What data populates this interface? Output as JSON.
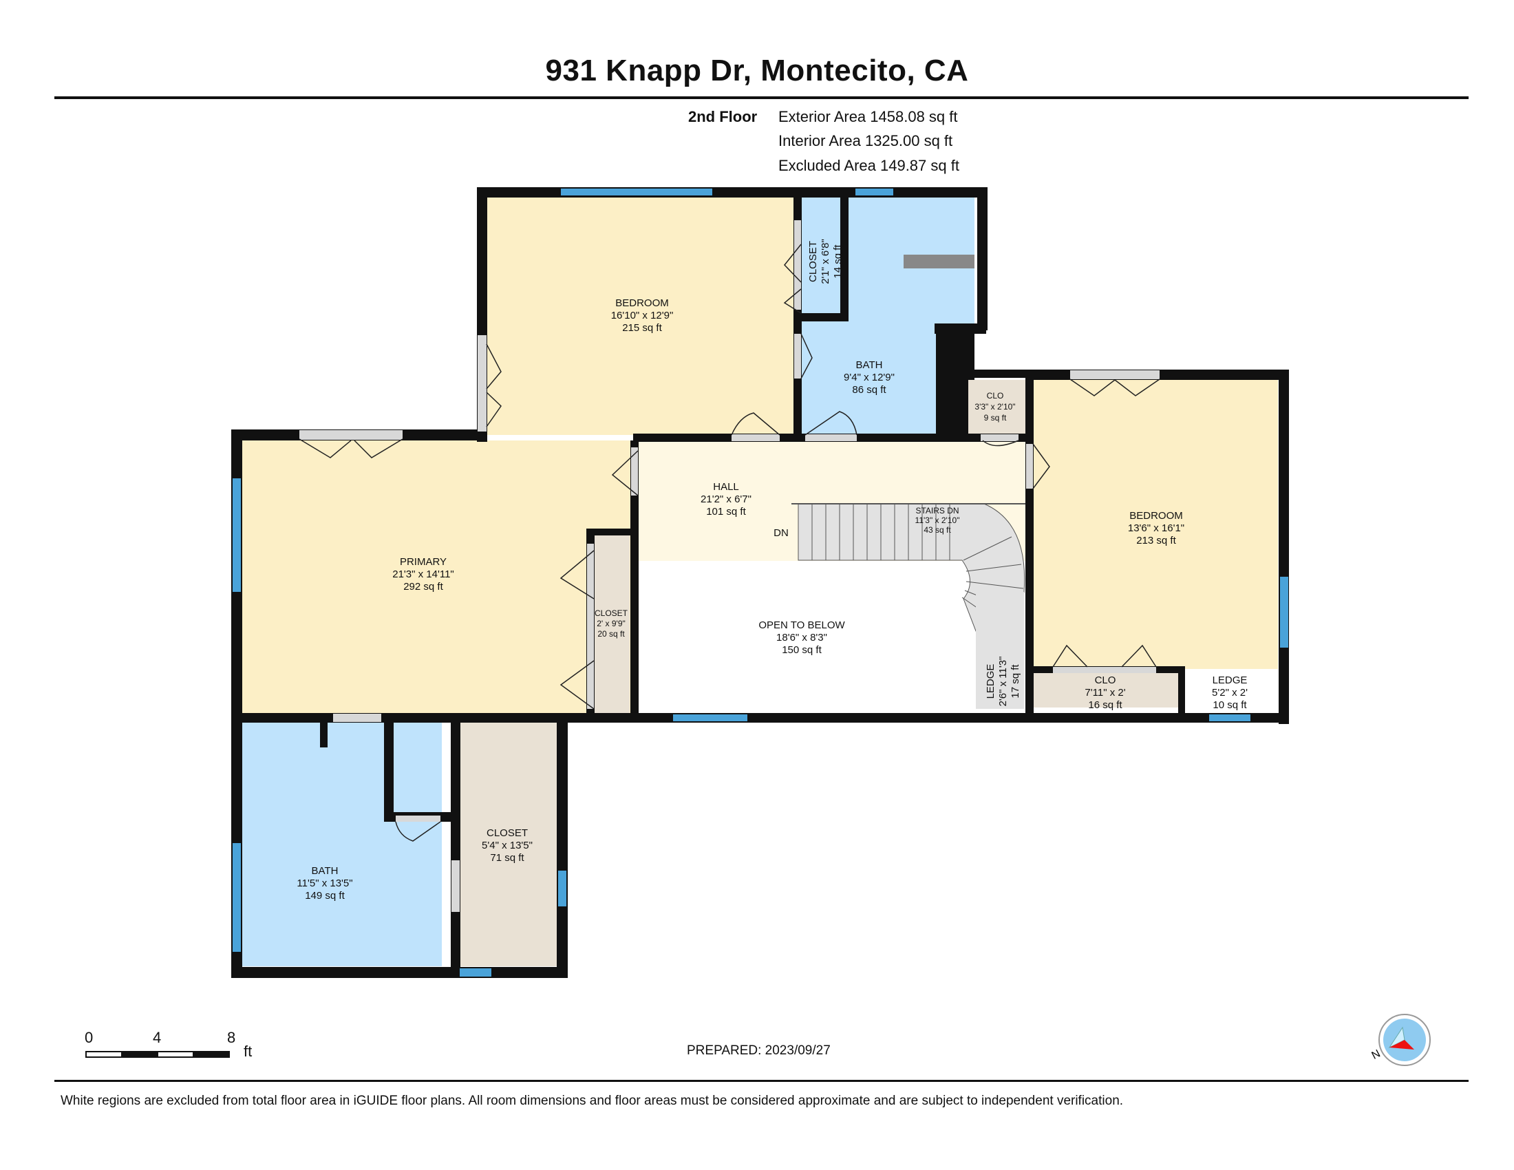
{
  "header": {
    "title": "931 Knapp Dr, Montecito, CA",
    "floor_label": "2nd Floor",
    "areas": [
      "Exterior Area 1458.08 sq ft",
      "Interior Area 1325.00 sq ft",
      "Excluded Area 149.87 sq ft"
    ]
  },
  "colors": {
    "bedroom": "#fcefc6",
    "bath": "#bfe3fc",
    "closet": "#e9e1d4",
    "hall": "#fef8e3",
    "open": "#ffffff",
    "stairs": "#e2e2e2",
    "wall": "#111111",
    "window": "#4aa3d9"
  },
  "rooms": {
    "bedroom1": {
      "name": "BEDROOM",
      "dims": "16'10\" x 12'9\"",
      "area": "215 sq ft"
    },
    "closet_top": {
      "name": "CLOSET",
      "dims": "2'1\" x 6'8\"",
      "area": "14 sq ft"
    },
    "bath_top": {
      "name": "BATH",
      "dims": "9'4\" x 12'9\"",
      "area": "86 sq ft"
    },
    "clo_small": {
      "name": "CLO",
      "dims": "3'3\" x 2'10\"",
      "area": "9 sq ft"
    },
    "bedroom2": {
      "name": "BEDROOM",
      "dims": "13'6\" x 16'1\"",
      "area": "213 sq ft"
    },
    "hall": {
      "name": "HALL",
      "dims": "21'2\" x 6'7\"",
      "area": "101 sq ft"
    },
    "stairs": {
      "name": "STAIRS DN",
      "dims": "11'3\" x 2'10\"",
      "area": "43 sq ft",
      "dn": "DN"
    },
    "primary": {
      "name": "PRIMARY",
      "dims": "21'3\" x 14'11\"",
      "area": "292 sq ft"
    },
    "closet_mid": {
      "name": "CLOSET",
      "dims": "2' x 9'9\"",
      "area": "20 sq ft"
    },
    "open": {
      "name": "OPEN TO BELOW",
      "dims": "18'6\" x 8'3\"",
      "area": "150 sq ft"
    },
    "ledge_vert": {
      "name": "LEDGE",
      "dims": "2'6\" x 11'3\"",
      "area": "17 sq ft"
    },
    "clo_bottom": {
      "name": "CLO",
      "dims": "7'11\" x 2'",
      "area": "16 sq ft"
    },
    "ledge_small": {
      "name": "LEDGE",
      "dims": "5'2\" x 2'",
      "area": "10 sq ft"
    },
    "bath_primary": {
      "name": "BATH",
      "dims": "11'5\" x 13'5\"",
      "area": "149 sq ft"
    },
    "closet_large": {
      "name": "CLOSET",
      "dims": "5'4\" x 13'5\"",
      "area": "71 sq ft"
    }
  },
  "scale": {
    "ticks": [
      "0",
      "4",
      "8"
    ],
    "unit": "ft"
  },
  "compass": {
    "label": "N"
  },
  "prepared": "PREPARED: 2023/09/27",
  "disclaimer": "White regions are excluded from total floor area in iGUIDE floor plans. All room dimensions and floor areas must be considered approximate and are subject to independent verification."
}
